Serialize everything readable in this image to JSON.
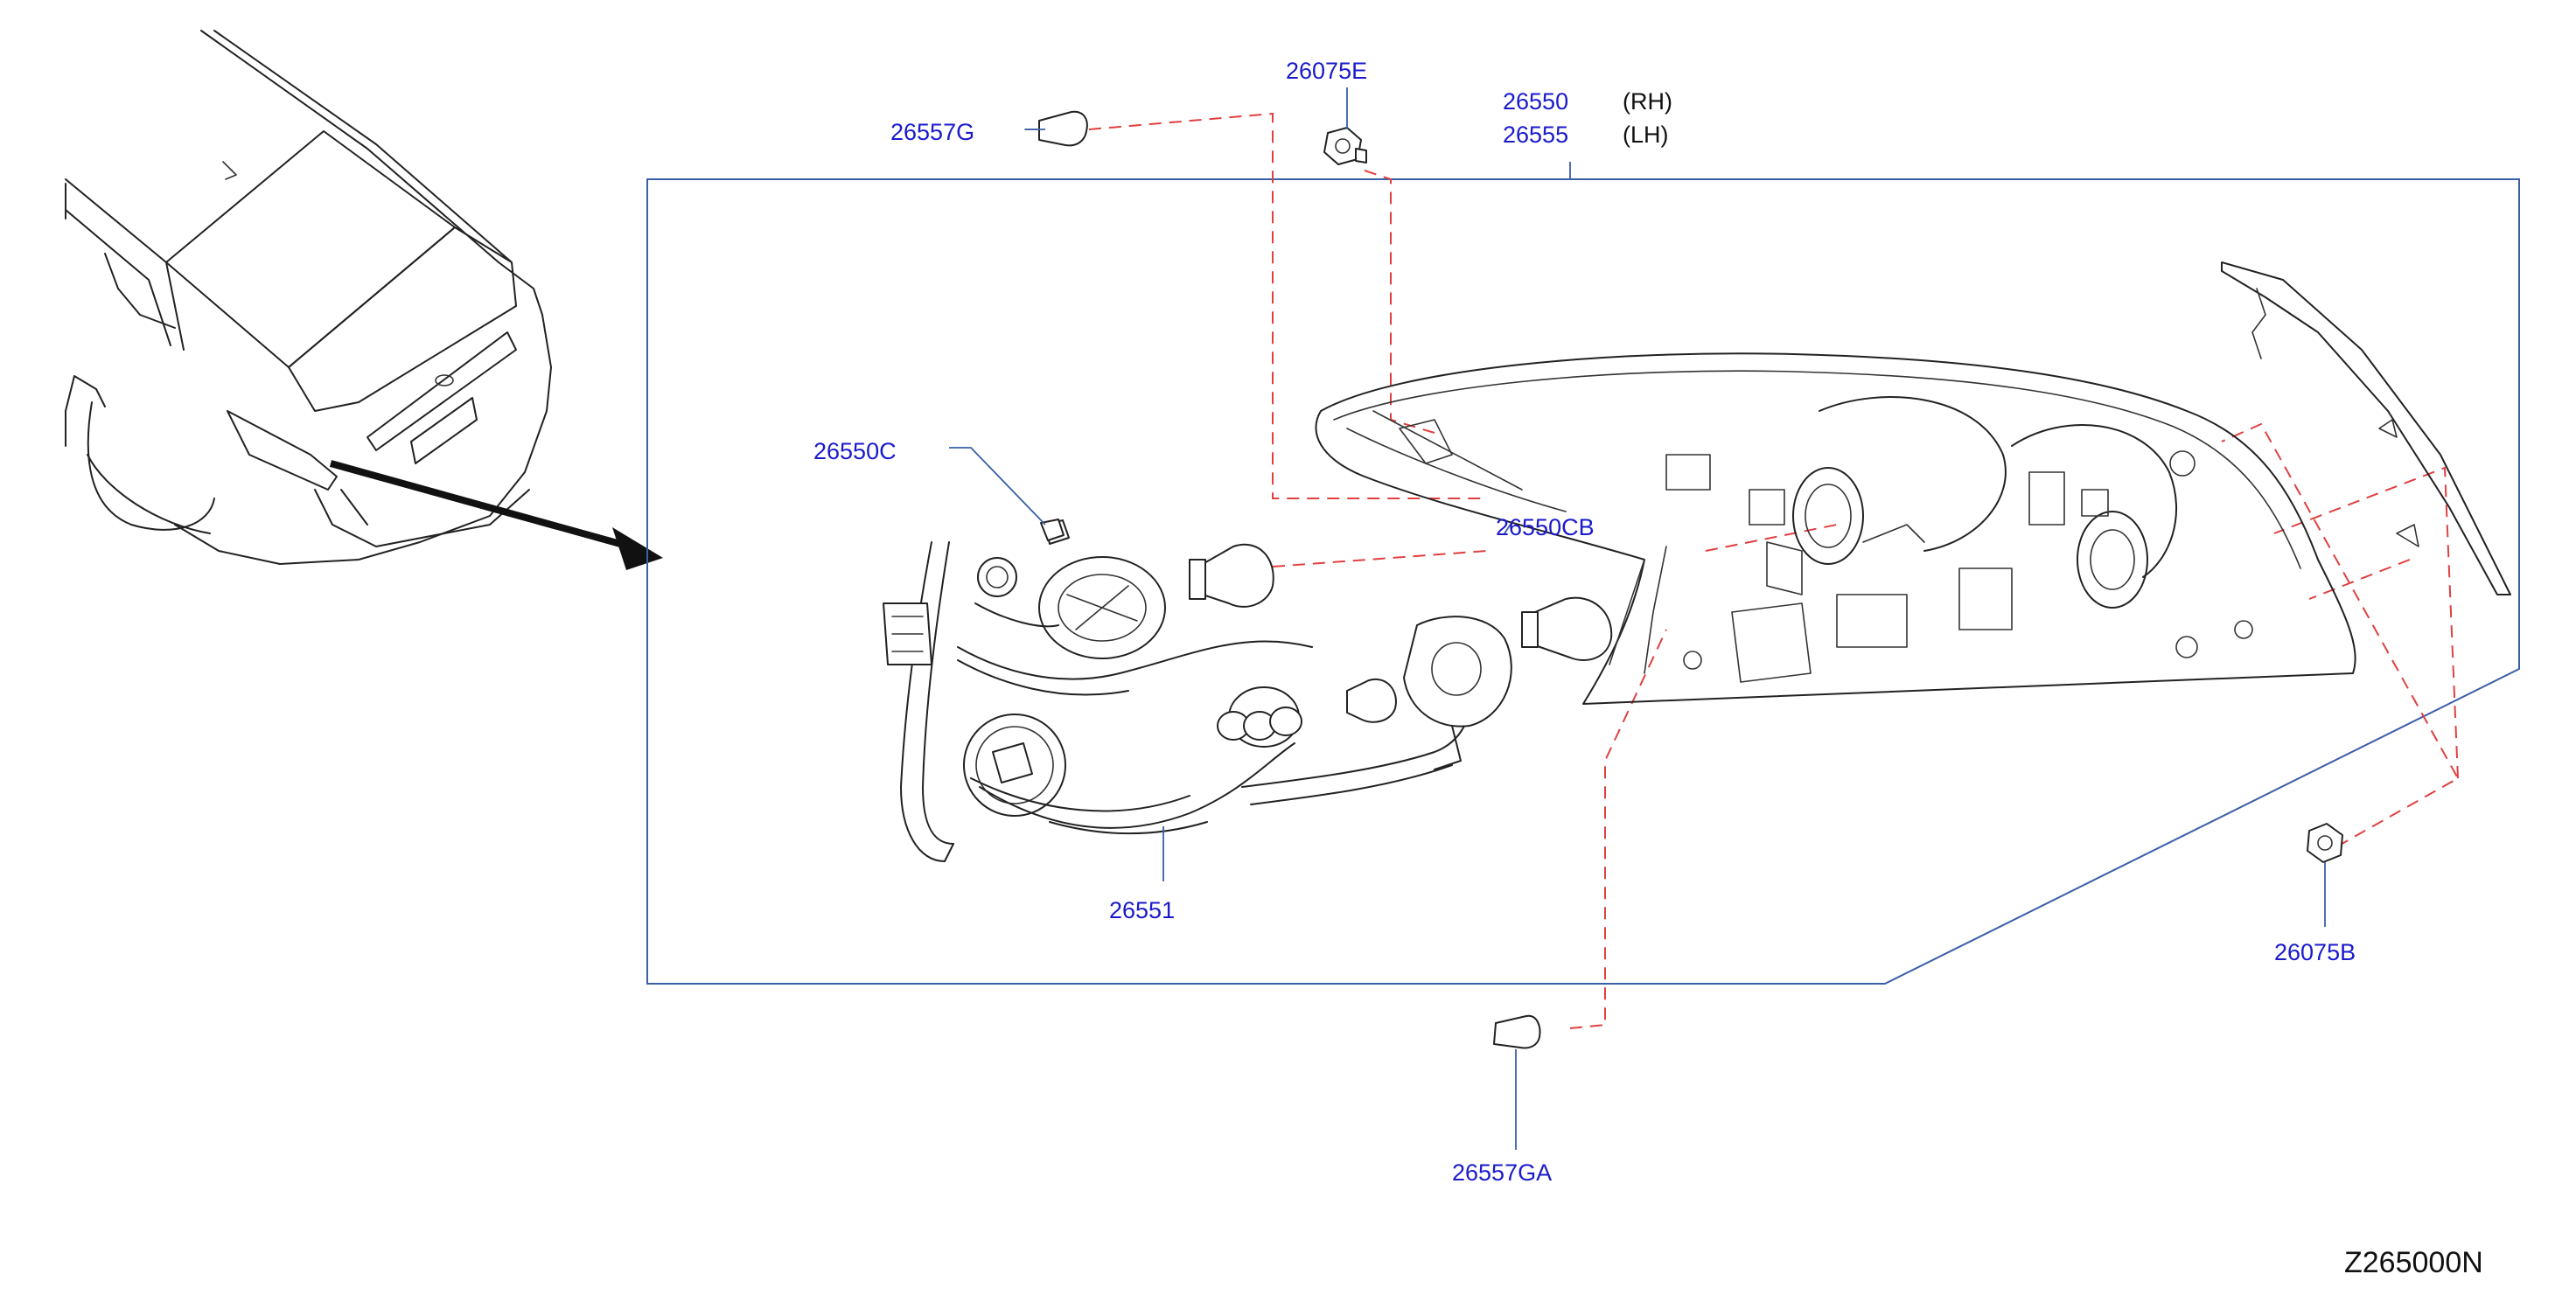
{
  "diagram": {
    "labels": {
      "clip_top_left": "26557G",
      "nut_top": "26075E",
      "lamp_rh": "26550",
      "lamp_rh_side": "(RH)",
      "lamp_lh": "26555",
      "lamp_lh_side": "(LH)",
      "bulb_small": "26550C",
      "bulb_center": "26550CB",
      "harness": "26551",
      "nut_right": "26075B",
      "clip_bottom": "26557GA"
    },
    "figure_code": "Z265000N",
    "colors": {
      "label_text": "#1a1acc",
      "leader_line": "#3a5fa8",
      "mount_dashes": "#e04040",
      "line_art": "#222222"
    },
    "icons": [
      "car-rear-view",
      "tail-lamp-assembly",
      "bulb-socket-harness",
      "bulb",
      "clip",
      "nut",
      "gasket",
      "arrow"
    ]
  }
}
